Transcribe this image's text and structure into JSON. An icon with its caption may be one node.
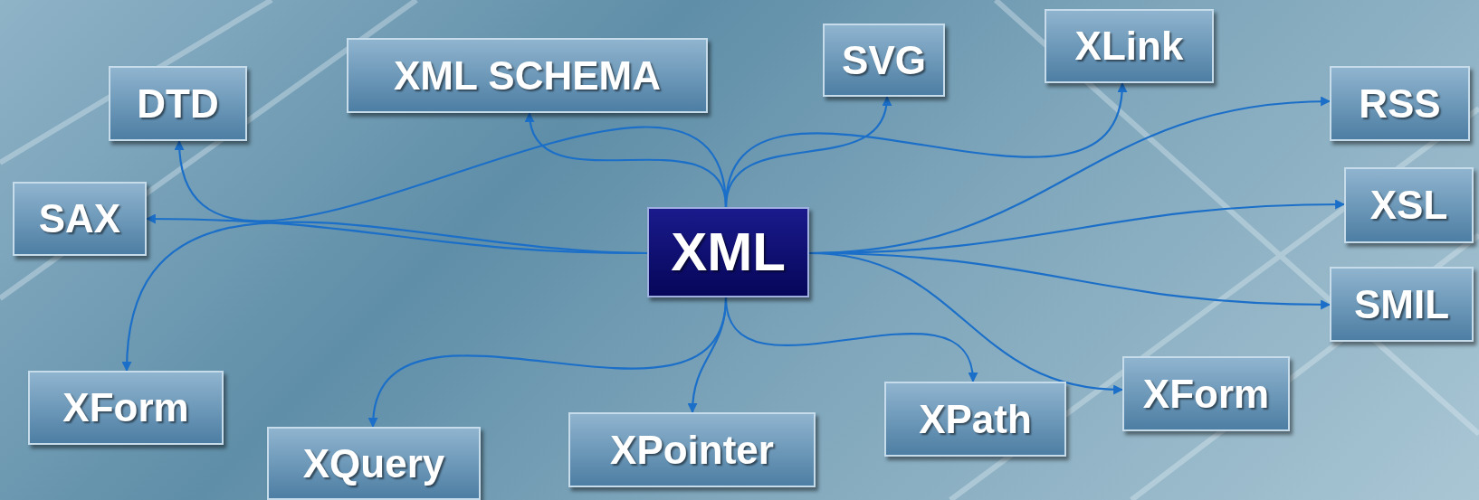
{
  "diagram": {
    "nodes": [
      {
        "text": [
          "XML"
        ]
      },
      {
        "text": [
          "DTD"
        ]
      },
      {
        "text": [
          "XML SCHEMA"
        ]
      },
      {
        "text": [
          "SVG"
        ]
      },
      {
        "text": [
          "XLink"
        ]
      },
      {
        "text": [
          "RSS"
        ]
      },
      {
        "text": [
          "SAX"
        ]
      },
      {
        "text": [
          "XSL"
        ]
      },
      {
        "text": [
          "SMIL"
        ]
      },
      {
        "text": [
          "XForm"
        ]
      },
      {
        "text": [
          "XQuery"
        ]
      },
      {
        "text": [
          "XPointer"
        ]
      },
      {
        "text": [
          "XPath"
        ]
      },
      {
        "text": [
          "XForm"
        ]
      }
    ],
    "edges": [
      {
        "from": 0,
        "to": 1,
        "arrow": "to"
      },
      {
        "from": 0,
        "to": 2,
        "arrow": "to"
      },
      {
        "from": 0,
        "to": 3,
        "arrow": "to"
      },
      {
        "from": 0,
        "to": 4,
        "arrow": "to"
      },
      {
        "from": 0,
        "to": 5,
        "arrow": "to"
      },
      {
        "from": 0,
        "to": 6,
        "arrow": "to"
      },
      {
        "from": 0,
        "to": 7,
        "arrow": "to"
      },
      {
        "from": 0,
        "to": 8,
        "arrow": "to"
      },
      {
        "from": 0,
        "to": 9,
        "arrow": "to"
      },
      {
        "from": 0,
        "to": 10,
        "arrow": "to"
      },
      {
        "from": 0,
        "to": 11,
        "arrow": "to"
      },
      {
        "from": 0,
        "to": 12,
        "arrow": "to"
      },
      {
        "from": 0,
        "to": 13,
        "arrow": "to"
      }
    ]
  }
}
